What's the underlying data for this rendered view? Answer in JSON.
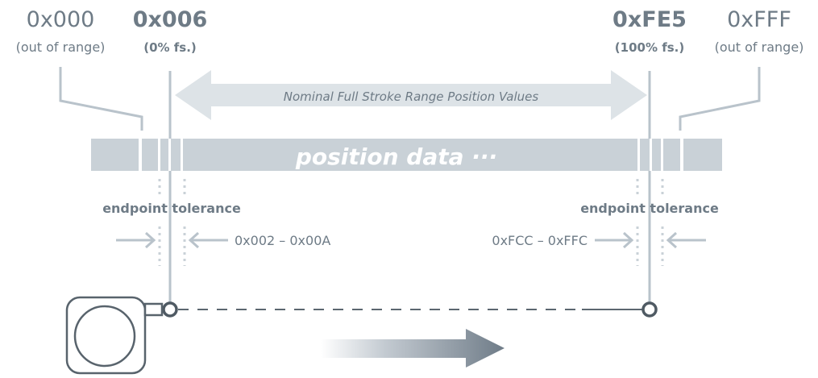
{
  "labels": {
    "start_out": {
      "value": "0x000",
      "note": "(out of range)"
    },
    "start_fs": {
      "value": "0x006",
      "note": "(0% fs.)"
    },
    "end_fs": {
      "value": "0xFE5",
      "note": "(100% fs.)"
    },
    "end_out": {
      "value": "0xFFF",
      "note": "(out of range)"
    }
  },
  "range_arrow_label": "Nominal Full Stroke Range Position Values",
  "bar_label": "position data ···",
  "tolerance": {
    "left": {
      "title": "endpoint tolerance",
      "range": "0x002 – 0x00A"
    },
    "right": {
      "title": "endpoint tolerance",
      "range": "0xFCC – 0xFFC"
    }
  },
  "colors": {
    "bar": "#c9d1d7",
    "arrow_band": "#dde3e7",
    "line": "#b9c3cb",
    "text": "#6e7b86",
    "sensor": "#58636c",
    "motion_arrow": "#6f7c88"
  },
  "icons": [
    "sensor-icon",
    "motion-arrow-icon"
  ]
}
